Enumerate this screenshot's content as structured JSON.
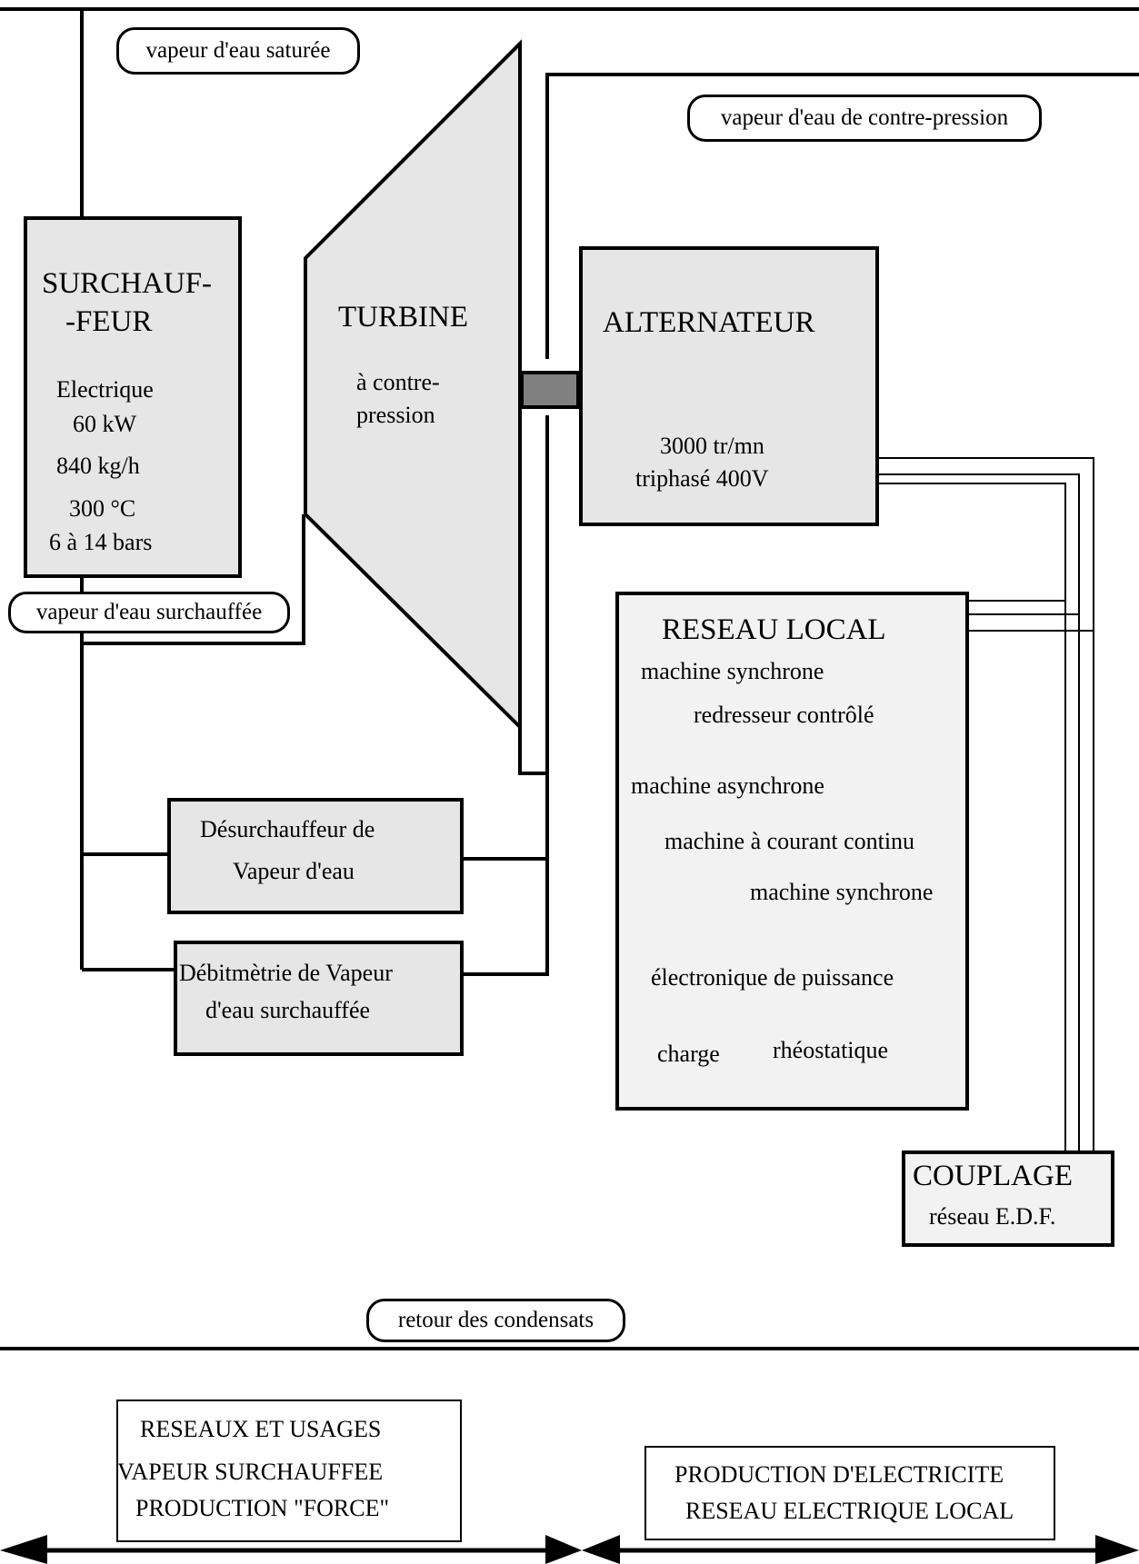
{
  "pipes": {
    "saturated_steam": "vapeur d'eau saturée",
    "backpressure_steam": "vapeur d'eau de contre-pression",
    "superheated_steam": "vapeur d'eau surchauffée",
    "condensate_return": "retour des condensats"
  },
  "superheater": {
    "title_1": "SURCHAUF-",
    "title_2": "-FEUR",
    "spec_1": "Electrique",
    "spec_2": "60 kW",
    "spec_3": "840 kg/h",
    "spec_4": "300 °C",
    "spec_5": "6 à 14 bars"
  },
  "turbine": {
    "title": "TURBINE",
    "sub_1": "à contre-",
    "sub_2": "pression"
  },
  "alternator": {
    "title": "ALTERNATEUR",
    "spec_1": "3000 tr/mn",
    "spec_2": "triphasé 400V"
  },
  "desuperheater": {
    "line_1": "Désurchauffeur de",
    "line_2": "Vapeur d'eau"
  },
  "flowmeter": {
    "line_1": "Débitmètrie de Vapeur",
    "line_2": "d'eau surchauffée"
  },
  "local_network": {
    "title": "RESEAU LOCAL",
    "item_1": "machine synchrone",
    "item_2": "redresseur contrôlé",
    "item_3": "machine asynchrone",
    "item_4": "machine à courant continu",
    "item_5": "machine synchrone",
    "item_6": "électronique de puissance",
    "item_7a": "charge",
    "item_7b": "rhéostatique"
  },
  "coupling": {
    "title": "COUPLAGE",
    "sub": "réseau E.D.F."
  },
  "sections": {
    "steam_1": "RESEAUX ET USAGES",
    "steam_2": "VAPEUR SURCHAUFFEE",
    "steam_3": "PRODUCTION \"FORCE\"",
    "elec_1": "PRODUCTION D'ELECTRICITE",
    "elec_2": "RESEAU ELECTRIQUE LOCAL"
  }
}
